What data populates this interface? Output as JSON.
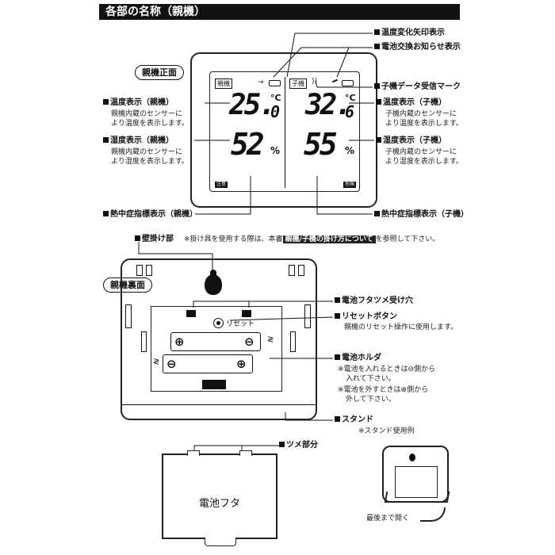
{
  "header": {
    "title": "各部の名称（親機）"
  },
  "front": {
    "pill": "親機正面",
    "left_tag": "親機",
    "right_tag": "子機",
    "left_temp_int": "25.",
    "left_temp_dec": "0",
    "left_hum": "52",
    "right_temp_int": "32.",
    "right_temp_dec": "6",
    "right_hum": "55",
    "unit_c": "°C",
    "unit_pct": "%",
    "left_level": "注意",
    "right_level": "危険",
    "trend_arrow": "→",
    "labels": {
      "trend": "温度変化矢印表示",
      "battery": "電池交換お知らせ表示",
      "receive": "子機データ受信マーク",
      "temp_parent": "温度表示（親機）",
      "temp_parent_desc": [
        "親機内蔵のセンサーに",
        "より温度を表示します。"
      ],
      "hum_parent": "湿度表示（親機）",
      "hum_parent_desc": [
        "親機内蔵のセンサーに",
        "より湿度を表示します。"
      ],
      "temp_child": "温度表示（子機）",
      "temp_child_desc": [
        "子機内蔵のセンサーに",
        "より温度を表示します。"
      ],
      "hum_child": "湿度表示（子機）",
      "hum_child_desc": [
        "子機内蔵のセンサーに",
        "より湿度を表示します。"
      ],
      "heat_parent": "熱中症指標表示（親機）",
      "heat_child": "熱中症指標表示（子機）"
    }
  },
  "wall": {
    "label": "壁掛け部",
    "note_prefix": "※掛け具を使用する際は、本書",
    "note_highlight": "親機/子機の掛け方について",
    "note_suffix": "を参照して下さい。"
  },
  "back": {
    "pill": "親機裏面",
    "reset_text": "リセット",
    "labels": {
      "catch": "電池フタツメ受け穴",
      "reset": "リセットボタン",
      "reset_desc": "親機のリセット操作に使用します。",
      "holder": "電池ホルダ",
      "holder_desc": [
        "※電池を入れるときは⊖側から",
        "入れて下さい。",
        "※電池を外すときは⊕側から",
        "外して下さい。"
      ],
      "stand": "スタンド",
      "stand_example": "※スタンド使用例",
      "tab": "ツメ部分",
      "open_full": "最後まで開く"
    }
  },
  "cover": {
    "label": "電池フタ"
  }
}
